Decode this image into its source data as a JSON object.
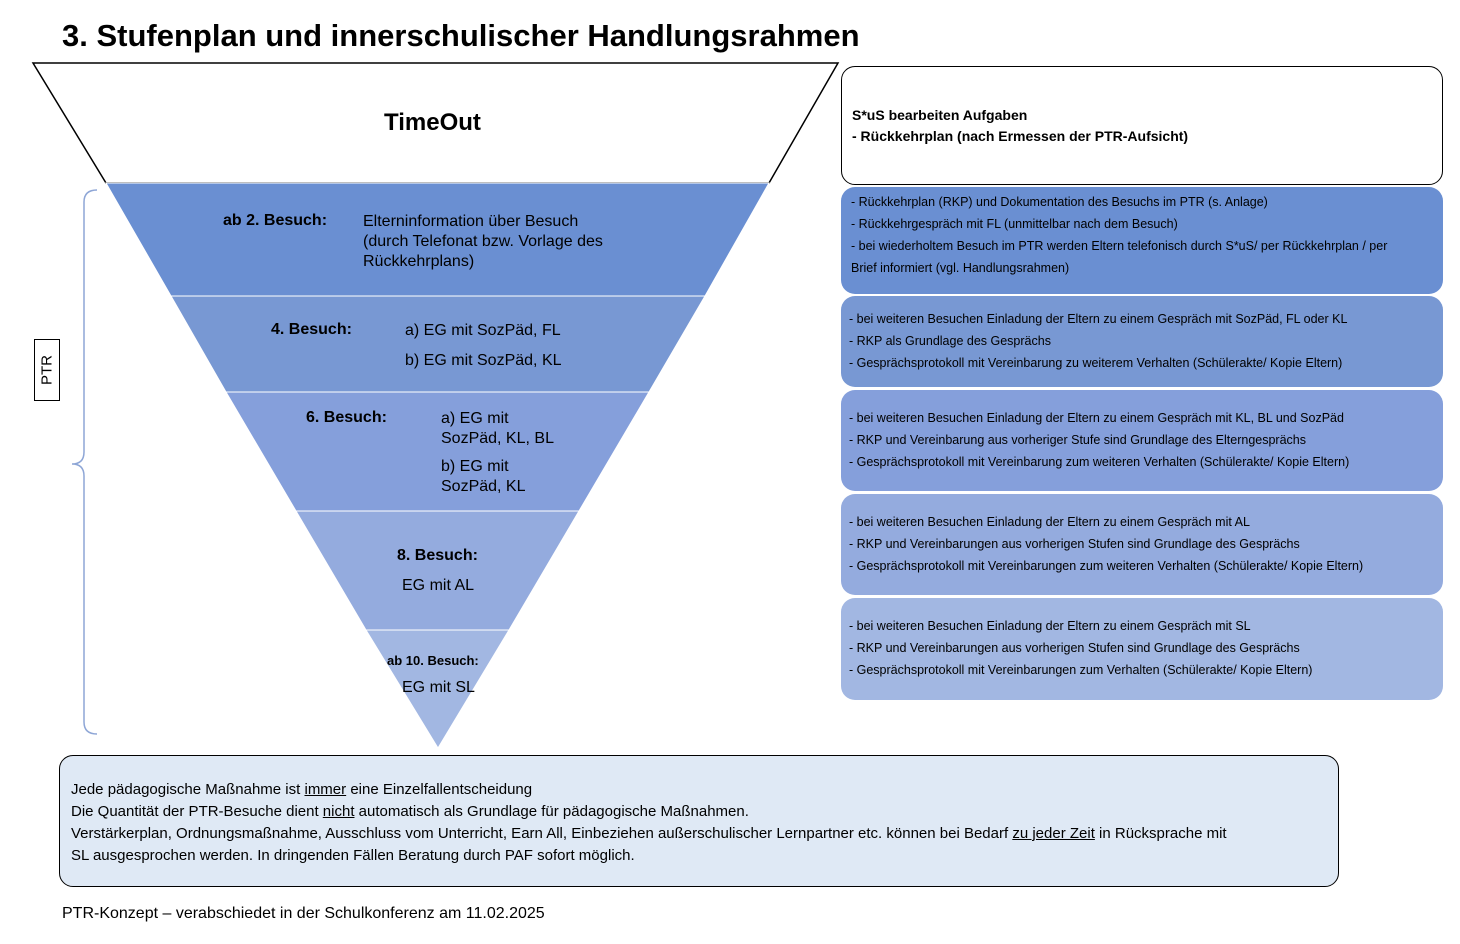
{
  "title": "3. Stufenplan und innerschulischer Handlungsrahmen",
  "side_label": "PTR",
  "funnel": {
    "top": "TimeOut",
    "level1": {
      "heading": "ab 2. Besuch:",
      "text": [
        "Elterninformation über Besuch",
        "(durch Telefonat bzw. Vorlage des",
        "Rückkehrplans)"
      ]
    },
    "level2": {
      "heading": "4. Besuch:",
      "a": "a) EG mit SozPäd, FL",
      "b": "b) EG mit SozPäd, KL"
    },
    "level3": {
      "heading": "6. Besuch:",
      "a": [
        "a) EG mit",
        "SozPäd, KL, BL"
      ],
      "b": [
        "b) EG mit",
        "SozPäd, KL"
      ]
    },
    "level4": {
      "heading": "8. Besuch:",
      "text": "EG mit AL"
    },
    "level5": {
      "heading": "ab 10. Besuch:",
      "text": "EG mit SL"
    }
  },
  "boxes": [
    {
      "lines": [
        "S*uS bearbeiten Aufgaben",
        "- Rückkehrplan (nach Ermessen der PTR-Aufsicht)"
      ]
    },
    {
      "lines": [
        "- Rückkehrplan (RKP) und Dokumentation des Besuchs im PTR (s. Anlage)",
        "- Rückkehrgespräch mit FL (unmittelbar nach dem Besuch)",
        "- bei wiederholtem Besuch im PTR werden Eltern telefonisch durch S*uS/ per Rückkehrplan / per",
        "  Brief informiert (vgl. Handlungsrahmen)"
      ]
    },
    {
      "lines": [
        "- bei weiteren Besuchen Einladung der Eltern zu einem Gespräch mit SozPäd, FL oder KL",
        "- RKP als Grundlage des Gesprächs",
        "- Gesprächsprotokoll mit Vereinbarung zu weiterem Verhalten (Schülerakte/ Kopie Eltern)"
      ]
    },
    {
      "lines": [
        "- bei weiteren Besuchen Einladung der Eltern zu einem Gespräch mit KL, BL und SozPäd",
        "- RKP und Vereinbarung aus vorheriger Stufe sind Grundlage des Elterngesprächs",
        "- Gesprächsprotokoll mit Vereinbarung zum weiteren Verhalten (Schülerakte/ Kopie Eltern)"
      ]
    },
    {
      "lines": [
        "- bei weiteren Besuchen Einladung der Eltern zu einem Gespräch mit AL",
        "- RKP und Vereinbarungen  aus vorherigen Stufen sind Grundlage des Gesprächs",
        "- Gesprächsprotokoll mit Vereinbarungen zum weiteren Verhalten (Schülerakte/ Kopie Eltern)"
      ]
    },
    {
      "lines": [
        "- bei weiteren Besuchen Einladung der Eltern zu einem Gespräch mit SL",
        "- RKP und Vereinbarungen aus vorherigen Stufen sind Grundlage des Gesprächs",
        "- Gesprächsprotokoll mit Vereinbarungen zum Verhalten (Schülerakte/ Kopie Eltern)"
      ]
    }
  ],
  "note": {
    "line1_pre": "Jede pädagogische Maßnahme ist ",
    "line1_u": "immer",
    "line1_post": " eine Einzelfallentscheidung",
    "line2_pre": "Die Quantität der PTR-Besuche dient ",
    "line2_u": "nicht",
    "line2_post": " automatisch als Grundlage für pädagogische Maßnahmen.",
    "line3_pre": "Verstärkerplan, Ordnungsmaßnahme, Ausschluss vom Unterricht, Earn All, Einbeziehen außerschulischer Lernpartner etc. können bei Bedarf ",
    "line3_u": "zu jeder Zeit",
    "line3_post": " in Rücksprache mit",
    "line4": "SL ausgesprochen werden. In dringenden Fällen Beratung durch PAF sofort möglich."
  },
  "footer": "PTR-Konzept – verabschiedet in der Schulkonferenz am 11.02.2025",
  "colors": {
    "level1": "#6a8fd2",
    "level2": "#7898d3",
    "level3": "#859fdb",
    "level4": "#94abde",
    "level5": "#a2b7e2",
    "note_bg": "#dfe9f5",
    "brace": "#8ea6d6"
  }
}
